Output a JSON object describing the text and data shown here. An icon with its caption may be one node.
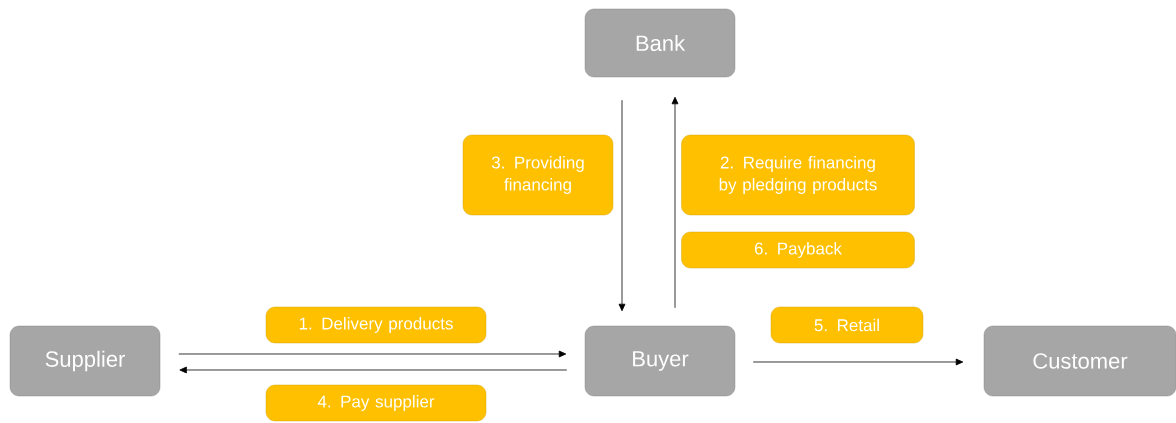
{
  "diagram": {
    "nodes": [
      {
        "text": [
          "Bank"
        ]
      },
      {
        "text": [
          "3. Providing financing"
        ]
      },
      {
        "text": [
          "2. Require financing by pledging products"
        ]
      },
      {
        "text": [
          "6. Payback"
        ]
      },
      {
        "text": [
          "1. Delivery products"
        ]
      },
      {
        "text": [
          "5. Retail"
        ]
      },
      {
        "text": [
          "Supplier"
        ]
      },
      {
        "text": [
          "Buyer"
        ]
      },
      {
        "text": [
          "Customer"
        ]
      },
      {
        "text": [
          "4. Pay supplier"
        ]
      }
    ],
    "edges": [
      {
        "from": 6,
        "to": 7,
        "arrow": "to"
      },
      {
        "from": 7,
        "to": 6,
        "arrow": "to"
      },
      {
        "from": 0,
        "to": 7,
        "arrow": "to"
      },
      {
        "from": 7,
        "to": 0,
        "arrow": "to"
      },
      {
        "from": 7,
        "to": 8,
        "arrow": "to"
      }
    ]
  }
}
